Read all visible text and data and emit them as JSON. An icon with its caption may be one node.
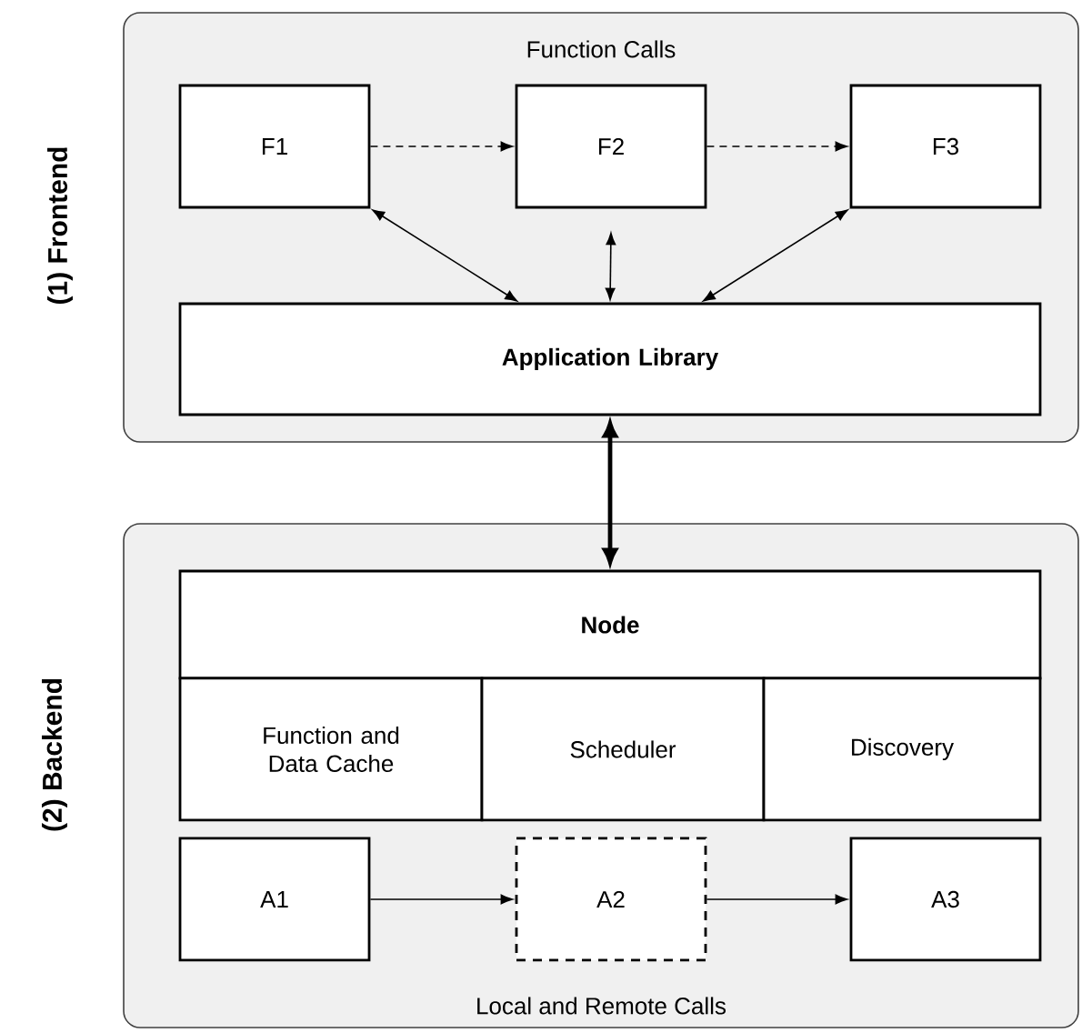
{
  "diagram": {
    "nodes": [
      {
        "text": [
          "Function Calls"
        ],
        "beside": [
          "(1) Frontend"
        ]
      },
      {
        "text": [
          "F1"
        ],
        "in": 0
      },
      {
        "text": [
          "F2"
        ],
        "in": 0
      },
      {
        "text": [
          "F3"
        ],
        "in": 0
      },
      {
        "text": [
          "Application Library"
        ],
        "in": 0
      },
      {
        "text": [
          "Local and Remote Calls"
        ],
        "beside": [
          "(2) Backend"
        ]
      },
      {
        "text": [
          "Node"
        ],
        "in": 5
      },
      {
        "text": [
          "Function and Data Cache"
        ],
        "in": 5
      },
      {
        "text": [
          "Scheduler"
        ],
        "in": 5
      },
      {
        "text": [
          "Discovery"
        ],
        "in": 5
      },
      {
        "text": [
          "A1"
        ],
        "in": 5
      },
      {
        "text": [
          "A2"
        ],
        "in": 5
      },
      {
        "text": [
          "A3"
        ],
        "in": 5
      }
    ],
    "edges": [
      {
        "from": 1,
        "to": 2,
        "arrow": "to",
        "style": "dashed"
      },
      {
        "from": 2,
        "to": 3,
        "arrow": "to",
        "style": "dashed"
      },
      {
        "from": 1,
        "to": 4,
        "arrow": "both"
      },
      {
        "from": 2,
        "to": 4,
        "arrow": "both"
      },
      {
        "from": 3,
        "to": 4,
        "arrow": "both"
      },
      {
        "from": 4,
        "to": 6,
        "arrow": "both",
        "style": "thick"
      },
      {
        "from": 10,
        "to": 11,
        "arrow": "to"
      },
      {
        "from": 11,
        "to": 12,
        "arrow": "to"
      }
    ]
  }
}
